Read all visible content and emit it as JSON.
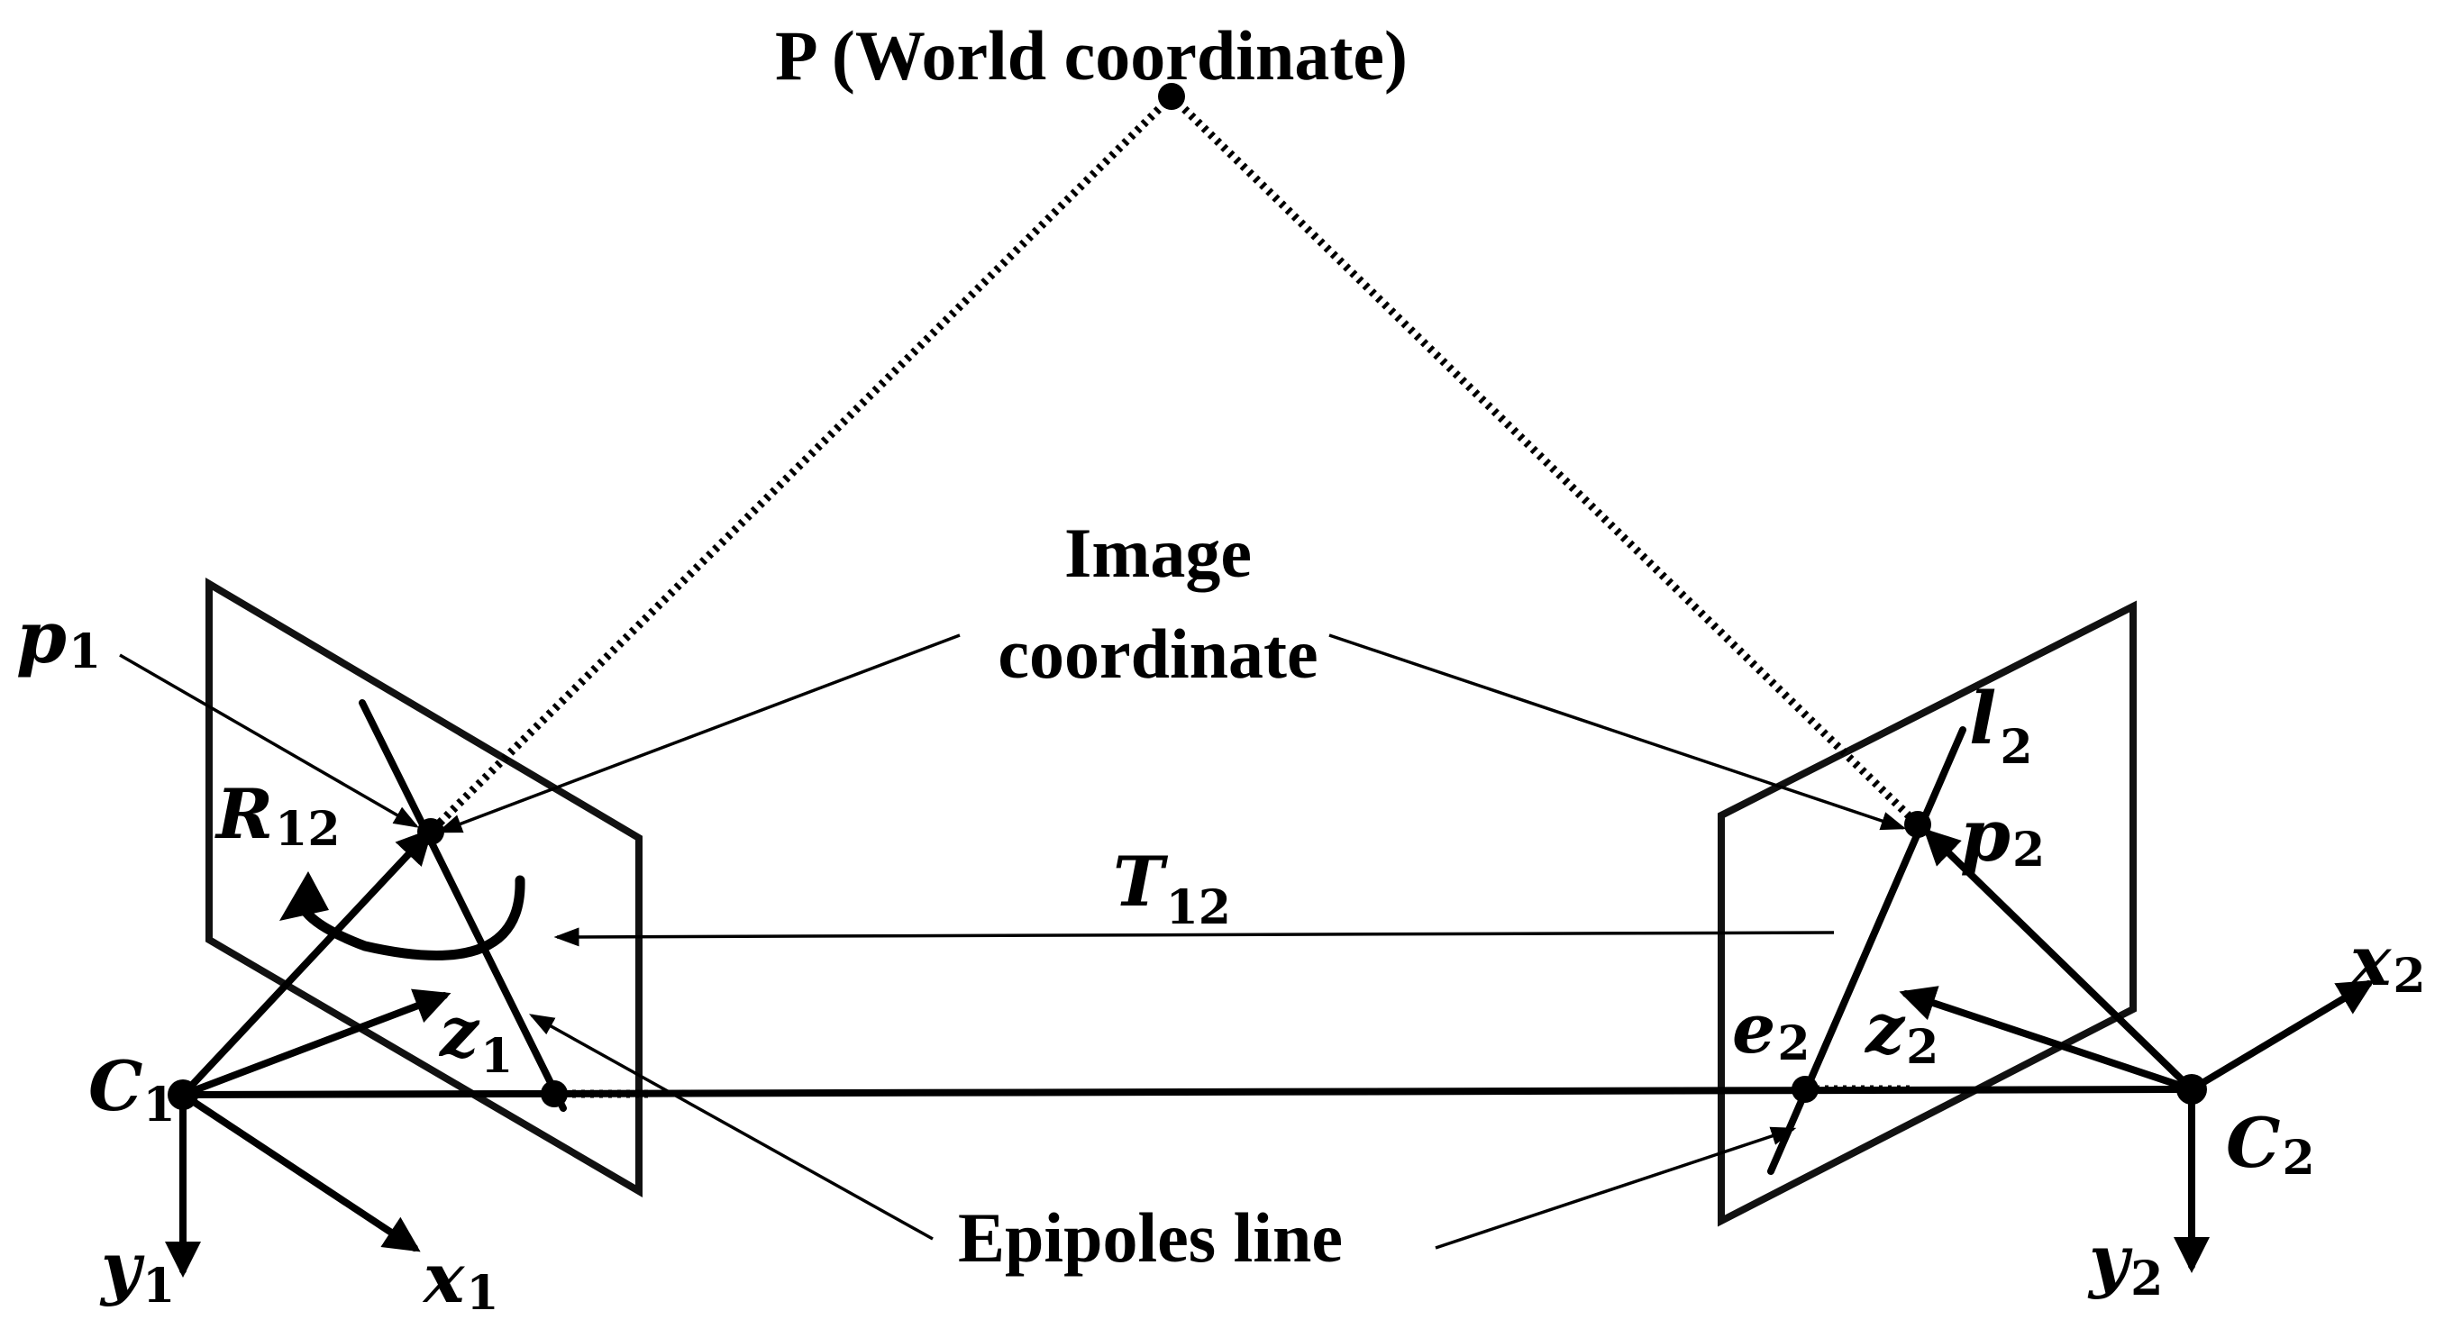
{
  "labels": {
    "world_point": "P (World coordinate)",
    "image_coordinate_line1": "Image",
    "image_coordinate_line2": "coordinate",
    "epipoles_line": "Epipoles line",
    "p1": {
      "main": "p",
      "sub": "1"
    },
    "p2": {
      "main": "p",
      "sub": "2"
    },
    "r12": {
      "main": "R",
      "sub": "12"
    },
    "t12": {
      "main": "T",
      "sub": "12"
    },
    "z1": {
      "main": "z",
      "sub": "1"
    },
    "z2": {
      "main": "z",
      "sub": "2"
    },
    "c1": {
      "main": "C",
      "sub": "1"
    },
    "c2": {
      "main": "C",
      "sub": "2"
    },
    "x1": {
      "main": "x",
      "sub": "1"
    },
    "x2": {
      "main": "x",
      "sub": "2"
    },
    "y1": {
      "main": "y",
      "sub": "1"
    },
    "y2": {
      "main": "y",
      "sub": "2"
    },
    "e2": {
      "main": "e",
      "sub": "2"
    },
    "l2": {
      "main": "l",
      "sub": "2"
    }
  }
}
